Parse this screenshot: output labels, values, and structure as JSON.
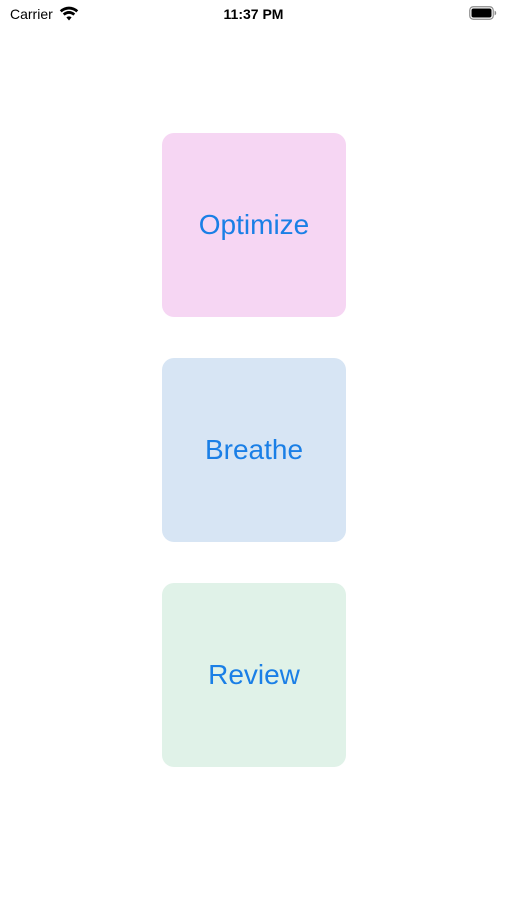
{
  "status_bar": {
    "carrier": "Carrier",
    "time": "11:37 PM",
    "wifi_icon": "wifi-icon",
    "battery_icon": "battery-icon"
  },
  "tiles": [
    {
      "label": "Optimize",
      "background": "#f6d6f3"
    },
    {
      "label": "Breathe",
      "background": "#d7e5f4"
    },
    {
      "label": "Review",
      "background": "#e0f2e8"
    }
  ],
  "colors": {
    "label_text": "#1a7fe6",
    "page_background": "#ffffff"
  }
}
